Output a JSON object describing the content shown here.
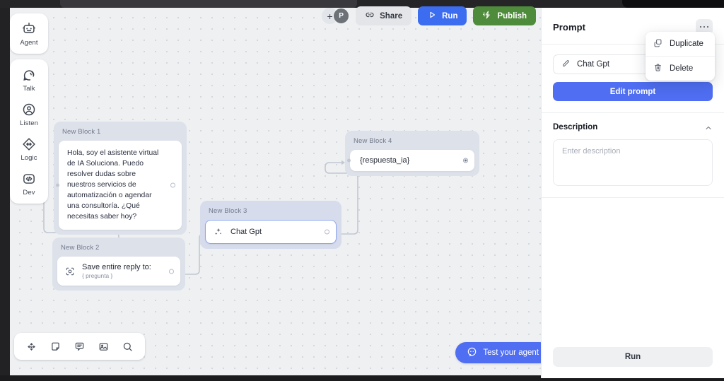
{
  "topbar": {
    "add_label": "+",
    "avatar_initial": "P",
    "share_label": "Share",
    "run_label": "Run",
    "publish_label": "Publish"
  },
  "rail": {
    "groups": [
      {
        "items": [
          {
            "label": "Agent",
            "icon": "robot-icon"
          }
        ]
      },
      {
        "items": [
          {
            "label": "Talk",
            "icon": "speech-bubble-icon"
          },
          {
            "label": "Listen",
            "icon": "user-circle-icon"
          },
          {
            "label": "Logic",
            "icon": "diamond-arrows-icon"
          },
          {
            "label": "Dev",
            "icon": "code-icon"
          }
        ]
      }
    ]
  },
  "canvas": {
    "blocks": [
      {
        "title": "New Block 1",
        "text": "Hola, soy el asistente virtual de IA Soluciona. Puedo resolver dudas sobre nuestros servicios de automatización o agendar una consultoría. ¿Qué necesitas saber hoy?"
      },
      {
        "title": "New Block 2",
        "label": "Save entire reply to:",
        "sub": "{ pregunta }",
        "icon": "capture-target-icon"
      },
      {
        "title": "New Block 3",
        "label": "Chat Gpt",
        "icon": "sparkles-icon"
      },
      {
        "title": "New Block 4",
        "label": "{respuesta_ia}"
      }
    ],
    "bottom_tools": [
      {
        "icon": "move-icon"
      },
      {
        "icon": "sticky-note-icon"
      },
      {
        "icon": "comment-icon"
      },
      {
        "icon": "image-icon"
      },
      {
        "icon": "search-icon"
      }
    ],
    "test_button": "Test your agent"
  },
  "panel": {
    "title": "Prompt",
    "prompt_value": "Chat Gpt",
    "prompt_icon": "pencil-icon",
    "edit_label": "Edit prompt",
    "description_title": "Description",
    "description_placeholder": "Enter description",
    "run_label": "Run",
    "menu": [
      {
        "label": "Duplicate",
        "icon": "duplicate-icon"
      },
      {
        "label": "Delete",
        "icon": "trash-icon"
      }
    ]
  },
  "colors": {
    "accent_blue": "#4f6ef2",
    "run_blue": "#3c6df0",
    "publish_green": "#4e8b3a",
    "block_bg": "#dde1ea",
    "canvas_bg": "#eef0f2"
  }
}
